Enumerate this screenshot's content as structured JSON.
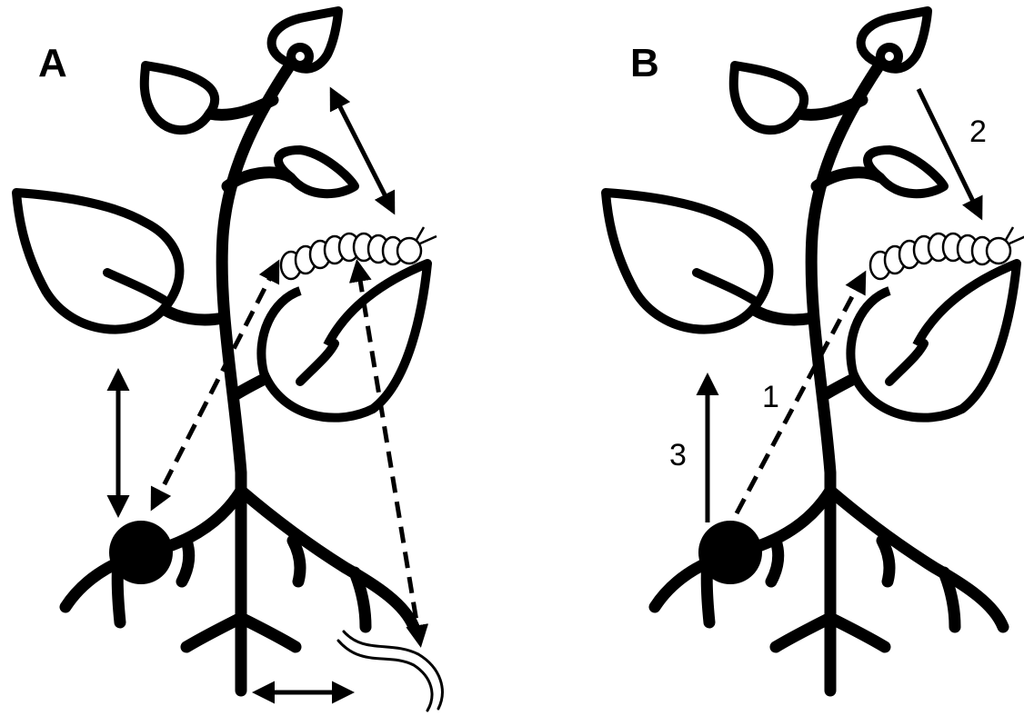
{
  "panels": [
    {
      "id": "A",
      "label": "A"
    },
    {
      "id": "B",
      "label": "B",
      "steps": [
        "1",
        "2",
        "3"
      ]
    }
  ],
  "legend": {
    "solid_arrow_meaning": "",
    "dashed_arrow_meaning": ""
  },
  "colors": {
    "ink": "#000000",
    "paper": "#ffffff"
  },
  "icons": [
    "plant-icon",
    "caterpillar-icon",
    "root-nodule-icon",
    "earthworm-icon"
  ]
}
